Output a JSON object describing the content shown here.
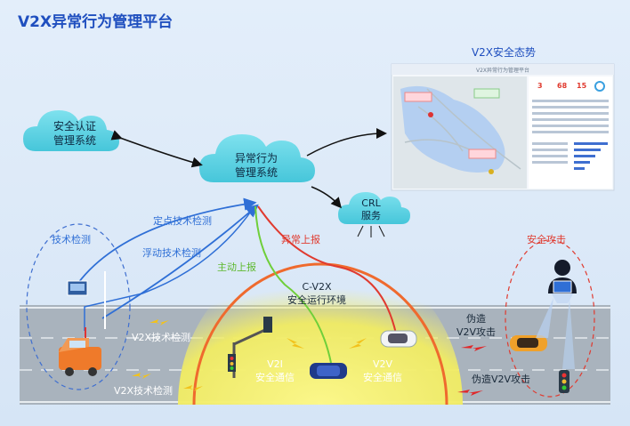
{
  "title": "V2X异常行为管理平台",
  "nodes": {
    "security_auth": [
      "安全认证",
      "管理系统"
    ],
    "mbm": [
      "异常行为",
      "管理系统"
    ],
    "crl": [
      "CRL",
      "服务"
    ],
    "situation_title": "V2X安全态势",
    "dashboard_title": "V2X异常行为管理平台",
    "dashboard_kpis": [
      "3",
      "68",
      "15"
    ]
  },
  "labels": {
    "tech_detect": "技术检测",
    "fixed_detect": "定点技术检测",
    "floating_detect": "浮动技术检测",
    "active_report": "主动上报",
    "abnormal_report": "异常上报",
    "security_attack": "安全攻击",
    "cv2x_env": [
      "C-V2X",
      "安全运行环境"
    ],
    "v2x_detect_1": "V2X技术检测",
    "v2x_detect_2": "V2X技术检测",
    "v2i_comm": [
      "V2I",
      "安全通信"
    ],
    "v2v_comm": [
      "V2V",
      "安全通信"
    ],
    "forge_v2v_1": [
      "伪造",
      "V2V攻击"
    ],
    "forge_v2v_2": "伪造V2V攻击"
  },
  "colors": {
    "title_blue": "#1f4fbf",
    "cloud": "#57d2e2",
    "blue_arrow": "#2f6fd6",
    "green_arrow": "#6fcf3a",
    "red_arrow": "#e03a2f",
    "road": "#a9b3bd",
    "glow": "#f3ef5b"
  }
}
